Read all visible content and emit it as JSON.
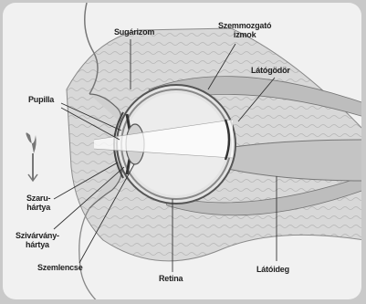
{
  "labels": {
    "sugarizom": "Sugárizom",
    "szemmozgato_line1": "Szemmozgató",
    "szemmozgato_line2": "izmok",
    "latogodor": "Látógödör",
    "pupilla": "Pupilla",
    "szaruhartya_line1": "Szaru-",
    "szaruhartya_line2": "hártya",
    "szivarvany_line1": "Szivárvány-",
    "szivarvany_line2": "hártya",
    "szemlencse": "Szemlencse",
    "retina": "Retina",
    "latoideg": "Látóideg"
  }
}
